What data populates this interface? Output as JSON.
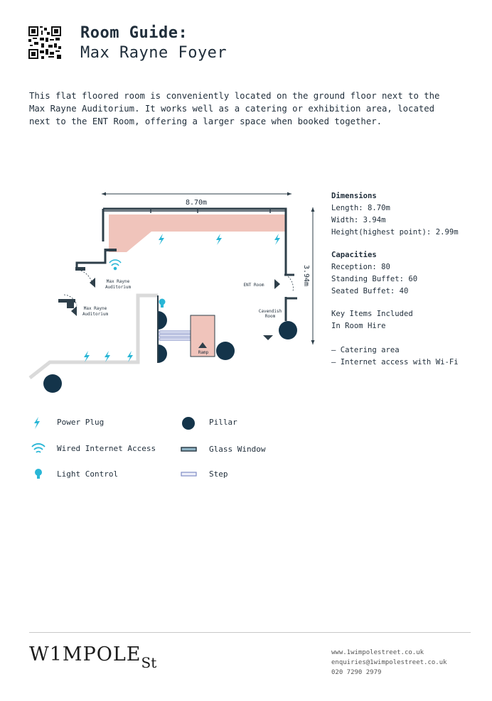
{
  "header": {
    "title": "Room Guide:",
    "subtitle": "Max Rayne Foyer"
  },
  "intro": "This flat floored room is conveniently located on the ground floor next to the Max Rayne Auditorium. It works well as a catering or exhibition area, located next to the ENT Room, offering a larger space when booked together.",
  "plan": {
    "length_label": "8.70m",
    "width_label": "3.94m",
    "labels": {
      "max_rayne_1_line1": "Max Rayne",
      "max_rayne_1_line2": "Auditorium",
      "max_rayne_2_line1": "Max Rayne",
      "max_rayne_2_line2": "Auditorium",
      "ent_room": "ENT Room",
      "cavendish_line1": "Cavendish",
      "cavendish_line2": "Room",
      "ramp": "Ramp"
    },
    "colors": {
      "room_fill": "#f0c4bb",
      "wall": "#2e3f4a",
      "accent": "#29b6d6",
      "pillar": "#14344a",
      "corridor": "#dadada"
    }
  },
  "specs": {
    "dimensions_heading": "Dimensions",
    "length": "Length: 8.70m",
    "width": "Width: 3.94m",
    "height": "Height(highest point): 2.99m",
    "capacities_heading": "Capacities",
    "reception": "Reception: 80",
    "standing": "Standing Buffet: 60",
    "seated": "Seated Buffet: 40",
    "key_items_line1": "Key Items Included",
    "key_items_line2": "In Room Hire",
    "item1": "– Catering area",
    "item2": "– Internet access with Wi-Fi"
  },
  "legend": {
    "power": "Power Plug",
    "internet": "Wired Internet Access",
    "light": "Light Control",
    "pillar": "Pillar",
    "glass": "Glass Window",
    "step": "Step"
  },
  "footer": {
    "logo_main": "W1MPOLE",
    "logo_sub": "St",
    "web": "www.1wimpolestreet.co.uk",
    "email": "enquiries@1wimpolestreet.co.uk",
    "phone": "020 7290 2979"
  }
}
